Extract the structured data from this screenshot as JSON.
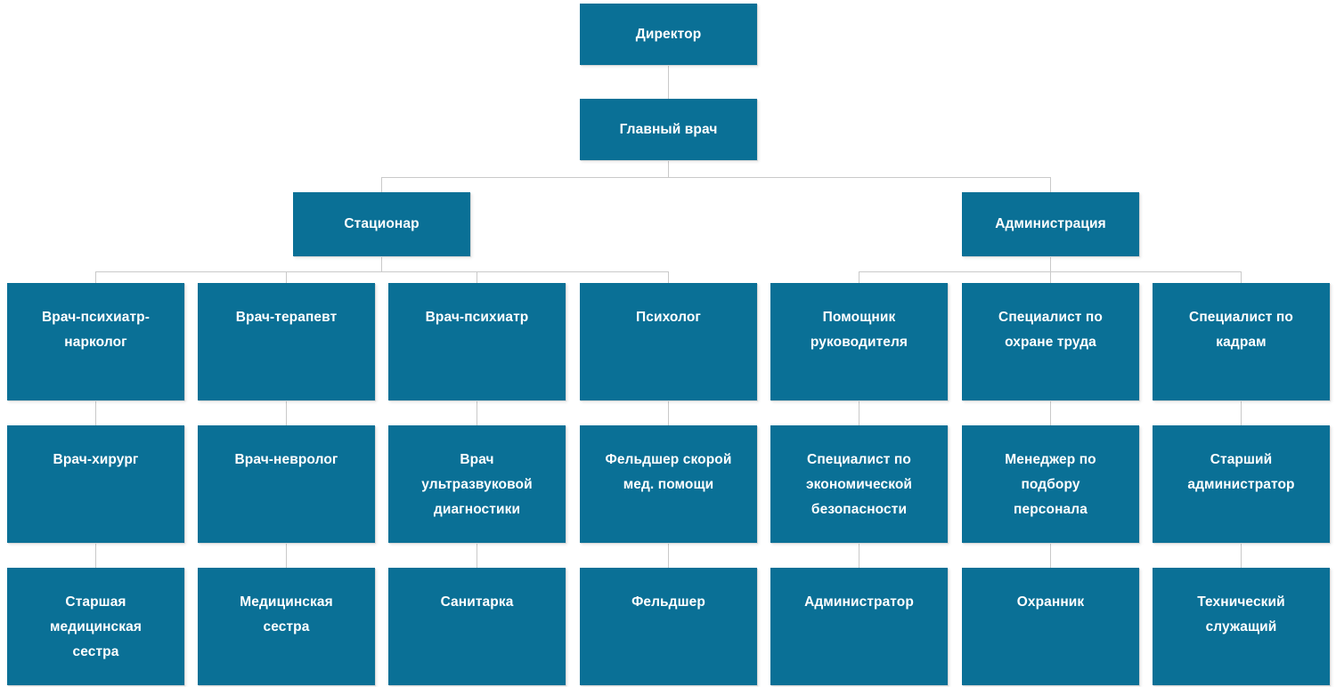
{
  "chart": {
    "type": "org-chart",
    "title": "",
    "accent_color": "#0a7096",
    "connector_color": "#c9c9c9",
    "background_color": "#ffffff",
    "levels": 5,
    "nodes": {
      "director": "Директор",
      "chief_doctor": "Главный врач",
      "hospital": "Стационар",
      "administration": "Администрация",
      "r3c1": "Врач-психиатр-\nнарколог",
      "r3c2": "Врач-терапевт",
      "r3c3": "Врач-психиатр",
      "r3c4": "Психолог",
      "r3c5": "Помощник\nруководителя",
      "r3c6": "Специалист по\nохране труда",
      "r3c7": "Специалист по\nкадрам",
      "r4c1": "Врач-хирург",
      "r4c2": "Врач-невролог",
      "r4c3": "Врач\nультразвуковой\nдиагностики",
      "r4c4": "Фельдшер скорой\nмед. помощи",
      "r4c5": "Специалист по\nэкономической\nбезопасности",
      "r4c6": "Менеджер по\nподбору\nперсонала",
      "r4c7": "Старший\nадминистратор",
      "r5c1": "Старшая\nмедицинская\nсестра",
      "r5c2": "Медицинская\nсестра",
      "r5c3": "Санитарка",
      "r5c4": "Фельдшер",
      "r5c5": "Администратор",
      "r5c6": "Охранник",
      "r5c7": "Технический\nслужащий"
    },
    "hierarchy": {
      "root": "Директор",
      "root_child": "Главный врач",
      "branches": [
        "Стационар",
        "Администрация"
      ],
      "hospital_columns": [
        [
          "Врач-психиатр-нарколог",
          "Врач-хирург",
          "Старшая медицинская сестра"
        ],
        [
          "Врач-терапевт",
          "Врач-невролог",
          "Медицинская сестра"
        ],
        [
          "Врач-психиатр",
          "Врач ультразвуковой диагностики",
          "Санитарка"
        ],
        [
          "Психолог",
          "Фельдшер скорой мед. помощи",
          "Фельдшер"
        ]
      ],
      "administration_columns": [
        [
          "Помощник руководителя",
          "Специалист по экономической безопасности",
          "Администратор"
        ],
        [
          "Специалист по охране труда",
          "Менеджер по подбору персонала",
          "Охранник"
        ],
        [
          "Специалист по кадрам",
          "Старший администратор",
          "Технический служащий"
        ]
      ]
    }
  }
}
